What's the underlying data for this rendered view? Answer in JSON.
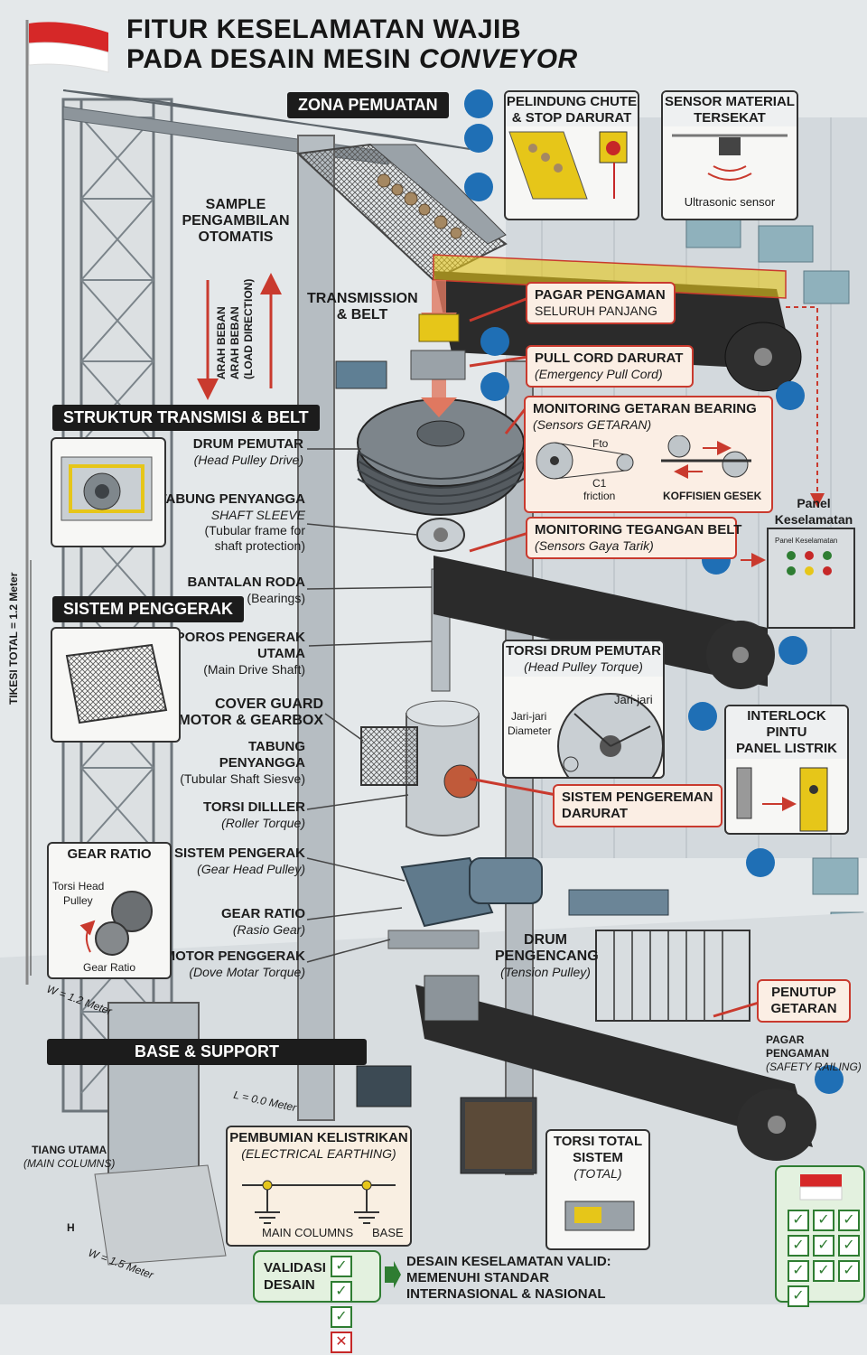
{
  "title": {
    "line1": "FITUR KESELAMATAN WAJIB",
    "line2": "PADA DESAIN MESIN ",
    "line2_italic": "CONVEYOR"
  },
  "colors": {
    "accent_red": "#c93a2e",
    "steel": "#9aa3aa",
    "belt": "#2b2b2b",
    "safety_yellow": "#e6c619",
    "flag_red": "#d62828",
    "ok_green": "#2f7d32"
  },
  "sections": {
    "loading": "ZONA PEMUATAN",
    "transmission": "STRUKTUR TRANSMISI & BELT",
    "drive": "SISTEM PENGGERAK",
    "base": "BASE & SUPPORT"
  },
  "left_labels": {
    "sample": "SAMPLE PENGAMBILAN OTOMATIS",
    "load_dir": "ARAH BEBAN\nARAH BEBAN\n(LOAD DIRECTION)",
    "transmission": "TRANSMISSION\n& BELT",
    "drum": {
      "main": "DRUM PEMUTAR",
      "sub": "(Head Pulley Drive)"
    },
    "tube": {
      "main": "TABUNG PENYANGGA",
      "sub1": "SHAFT SLEEVE",
      "sub2": "(Tubular frame for",
      "sub3": "shaft protection)"
    },
    "bearing": {
      "main": "BANTALAN RODA",
      "sub": "(Bearings)"
    },
    "shaft": {
      "main": "POROS PENGERAK",
      "main2": "UTAMA",
      "sub": "(Main Drive Shaft)"
    },
    "cover": {
      "main": "COVER GUARD",
      "main2": "MOTOR & GEARBOX"
    },
    "tube2": {
      "main": "TABUNG",
      "main2": "PENYANGGA",
      "sub": "(Tubular Shaft Siesve)"
    },
    "roller": {
      "main": "TORSI DILLLER",
      "sub": "(Roller Torque)"
    },
    "gear_system": {
      "main": "SISTEM PENGERAK",
      "sub": "(Gear Head Pulley)"
    },
    "gear_ratio": {
      "main": "GEAR RATIO",
      "sub": "(Rasio Gear)"
    },
    "motor": {
      "main": "MOTOR PENGGERAK",
      "sub": "(Dove Motar Torque)"
    },
    "gear_box_title": "GEAR RATIO",
    "gear_box_top": "Torsi Head",
    "gear_box_top2": "Pulley",
    "gear_box_bottom": "Gear Ratio",
    "height_dim": "TIKESI TOTAL = 1.2 Meter",
    "w_dim1": "W = 1.2 Meter",
    "w_dim2": "W = 1.5 Meter",
    "l_dim": "L = 0.0 Meter",
    "h_dim": "H",
    "column": {
      "main": "TIANG UTAMA",
      "sub": "(MAIN COLUMNS)"
    }
  },
  "callouts": {
    "chute": {
      "main": "PELINDUNG CHUTE",
      "main2": "& STOP DARURAT"
    },
    "sensor": {
      "main": "SENSOR MATERIAL",
      "main2": "TERSEKAT",
      "note": "Ultrasonic sensor"
    },
    "fence": {
      "main": "PAGAR PENGAMAN",
      "sub": "SELURUH PANJANG"
    },
    "pullcord": {
      "main": "PULL CORD DARURAT",
      "sub": "(Emergency Pull Cord)"
    },
    "vibration": {
      "main": "MONITORING GETARAN BEARING",
      "sub": "(Sensors GETARAN)",
      "f": "Fto",
      "c": "C1",
      "friction": "friction",
      "coef": "KOFFISIEN GESEK"
    },
    "tension": {
      "main": "MONITORING TEGANGAN BELT",
      "sub": "(Sensors Gaya Tarik)"
    },
    "panel": {
      "main": "Panel",
      "main2": "Keselamatan",
      "plate": "Panel Keselamatan"
    },
    "torque": {
      "main": "TORSI DRUM PEMUTAR",
      "sub": "(Head Pulley Torque)",
      "left": "Jari-jari",
      "left2": "Diameter",
      "right": "Jari-jari"
    },
    "interlock": {
      "main": "INTERLOCK PINTU",
      "main2": "PANEL LISTRIK"
    },
    "brake": {
      "main": "SISTEM PENGEREMAN",
      "main2": "DARURAT"
    },
    "tension_drum": {
      "main": "DRUM",
      "main2": "PENGENCANG",
      "sub": "(Tension Pulley)"
    },
    "vib_cover": {
      "main": "PENUTUP",
      "main2": "GETARAN"
    },
    "railing": {
      "main": "PAGAR PENGAMAN",
      "sub": "(SAFETY RAILING)"
    },
    "earthing": {
      "main": "PEMBUMIAN KELISTRIKAN",
      "sub": "(ELECTRICAL EARTHING)",
      "left": "MAIN COLUMNS",
      "right": "BASE"
    },
    "total": {
      "main": "TORSI TOTAL",
      "main2": "SISTEM",
      "sub": "(TOTAL)"
    },
    "validate": {
      "main": "VALIDASI",
      "main2": "DESAIN"
    },
    "result": {
      "line1": "DESAIN KESELAMATAN VALID:",
      "line2": "MEMENUHI STANDAR",
      "line3": "INTERNASIONAL & NASIONAL"
    }
  }
}
